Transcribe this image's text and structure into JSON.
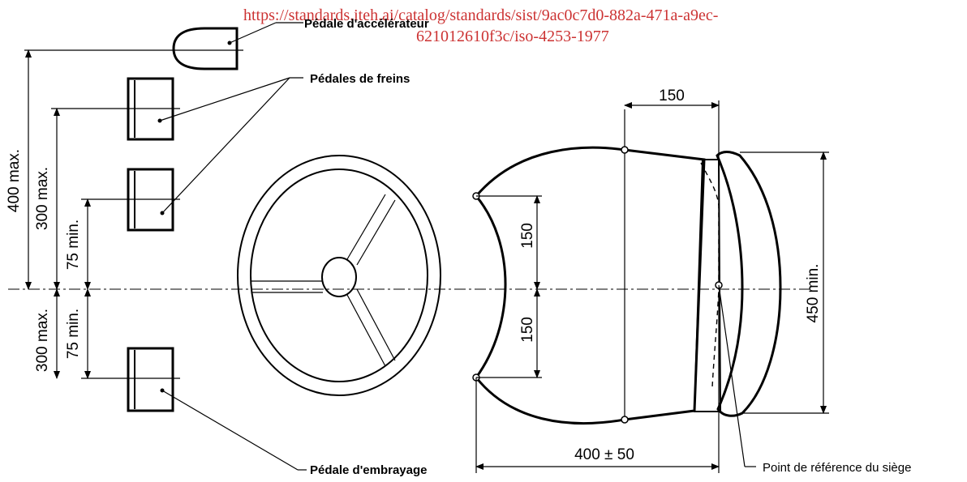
{
  "watermark": {
    "line1": "https://standards.iteh.ai/catalog/standards/sist/9ac0c7d0-882a-471a-a9ec-",
    "line2": "621012610f3c/iso-4253-1977"
  },
  "labels": {
    "accelerator_pedal": "Pédale d'accélérateur",
    "brake_pedals": "Pédales de freins",
    "clutch_pedal": "Pédale d'embrayage",
    "seat_reference_point": "Point de référence du siège"
  },
  "dimensions": {
    "accel_height": "400 max.",
    "brake_height": "300 max.",
    "brake_offset": "75 min.",
    "clutch_height": "300 max.",
    "clutch_offset": "75 min.",
    "seat_half_upper": "150",
    "seat_half_lower": "150",
    "seat_top_offset": "150",
    "seat_width": "450 min.",
    "seat_depth": "400 ± 50"
  }
}
